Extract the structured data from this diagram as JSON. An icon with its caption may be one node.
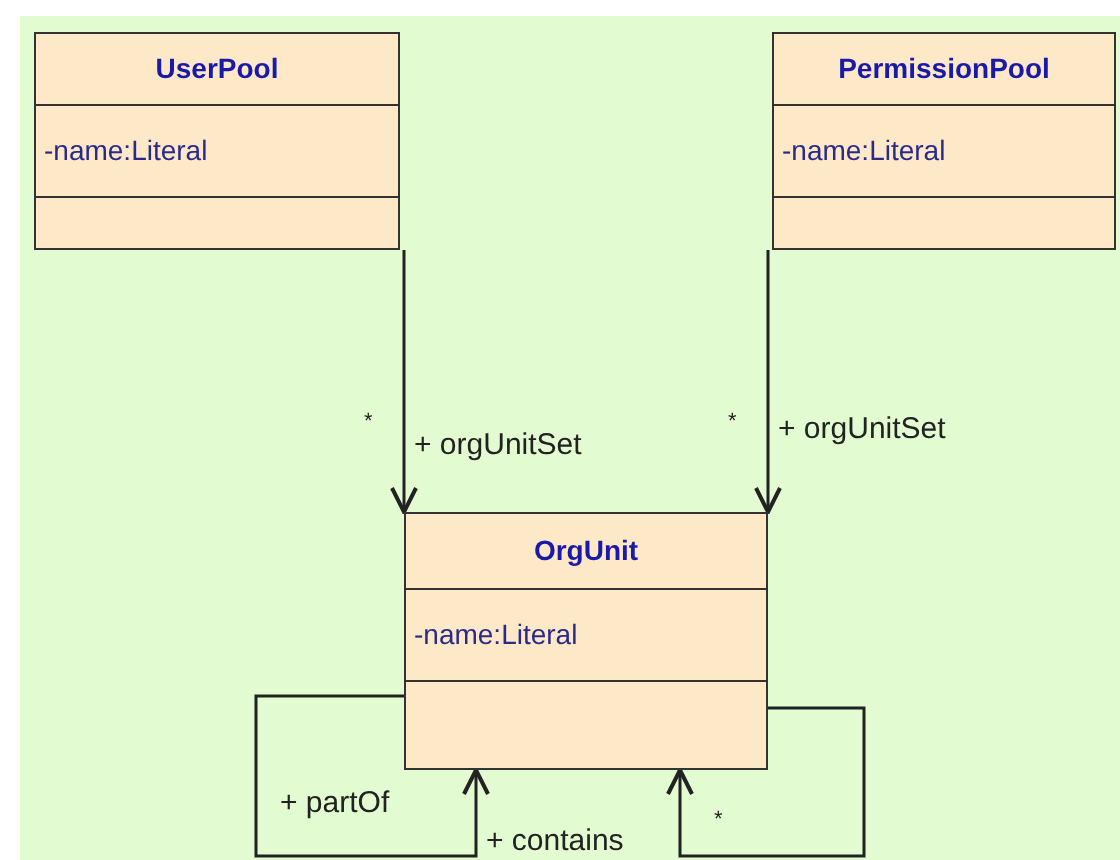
{
  "diagram": {
    "nodes": [
      {
        "text": [
          "UserPool",
          "-name:Literal"
        ]
      },
      {
        "text": [
          "PermissionPool",
          "-name:Literal"
        ]
      },
      {
        "text": [
          "OrgUnit",
          "-name:Literal"
        ]
      }
    ],
    "edges": [
      {
        "from": 0,
        "to": 2,
        "arrow": "to",
        "label": "+ orgUnitSet"
      },
      {
        "from": 1,
        "to": 2,
        "arrow": "to",
        "label": "+ orgUnitSet"
      },
      {
        "from": 2,
        "to": 2,
        "arrow": "to",
        "label": "+ contains"
      },
      {
        "from": 2,
        "to": 2,
        "arrow": "to"
      }
    ],
    "labels": [
      "*",
      "*",
      "+ partOf",
      "*"
    ]
  }
}
